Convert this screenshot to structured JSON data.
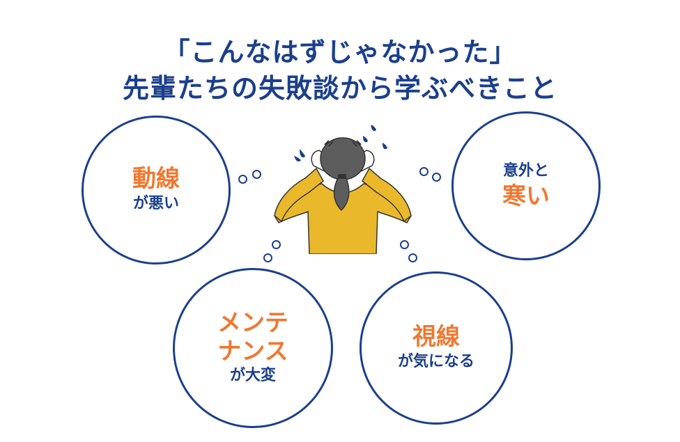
{
  "title": {
    "line1": "「こんなはずじゃなかった」",
    "line2": "先輩たちの失敗談から学ぶべきこと"
  },
  "bubbles": [
    {
      "accent": "動線",
      "text": "が悪い"
    },
    {
      "text": "意外と",
      "accent": "寒い"
    },
    {
      "accent1": "メンテ",
      "accent2": "ナンス",
      "text": "が大変"
    },
    {
      "accent": "視線",
      "text": "が気になる"
    }
  ],
  "colors": {
    "navy": "#1b3f8c",
    "orange": "#ef7830",
    "mustard": "#eab92b",
    "hair": "#5d5d5d"
  }
}
